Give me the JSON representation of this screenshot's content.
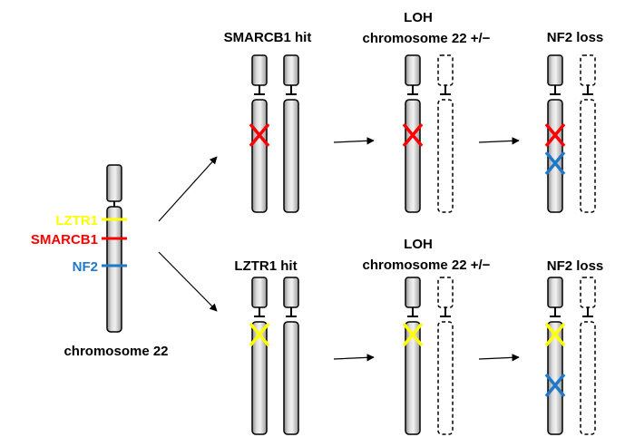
{
  "colors": {
    "lztr1": "#FFFF00",
    "smarcb1": "#FF0000",
    "nf2": "#1F78C8",
    "chromosome_fill": "#C8C8C8",
    "outline": "#000000"
  },
  "origin": {
    "genes": [
      {
        "name": "LZTR1",
        "color": "#FFFF00"
      },
      {
        "name": "SMARCB1",
        "color": "#FF0000"
      },
      {
        "name": "NF2",
        "color": "#1F78C8"
      }
    ],
    "caption": "chromosome 22"
  },
  "top_row": {
    "step1_label": "SMARCB1 hit",
    "step2_label_line1": "LOH",
    "step2_label_line2": "chromosome 22 +/−",
    "step3_label": "NF2 loss",
    "hit_color": "#FF0000",
    "second_hit_color": "#1F78C8"
  },
  "bottom_row": {
    "step1_label": "LZTR1 hit",
    "step2_label_line1": "LOH",
    "step2_label_line2": "chromosome 22 +/−",
    "step3_label": "NF2 loss",
    "hit_color": "#FFFF00",
    "second_hit_color": "#1F78C8"
  }
}
